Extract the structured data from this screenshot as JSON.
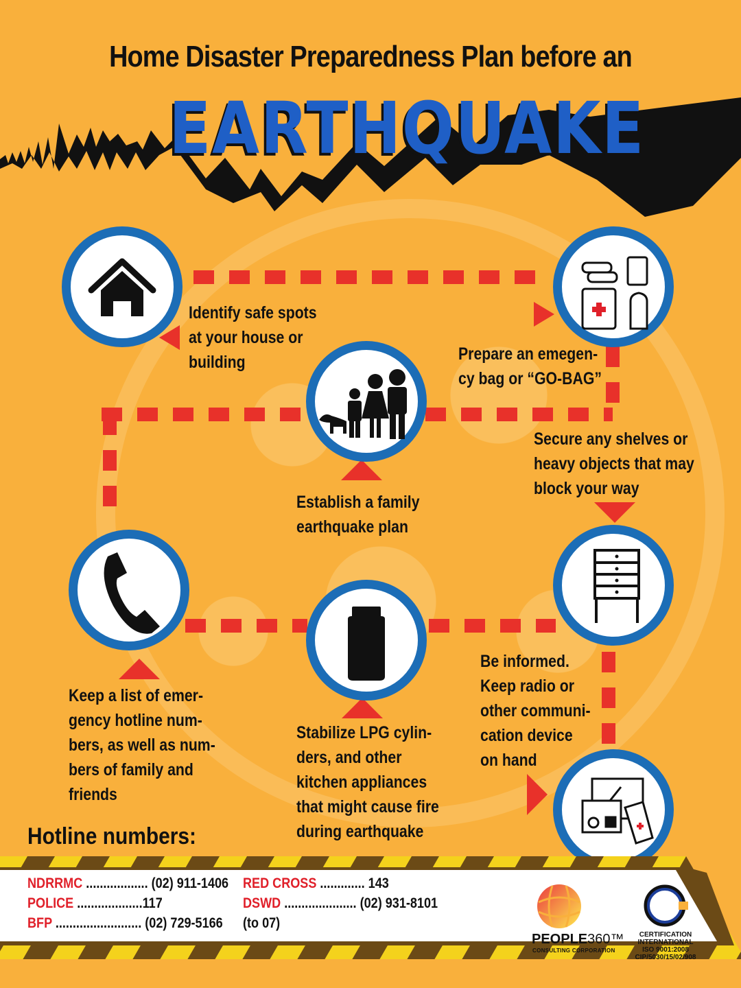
{
  "header": {
    "title": "Home Disaster Preparedness Plan before an",
    "headline": "EARTHQUAKE"
  },
  "colors": {
    "background": "#f9b03c",
    "circle_border": "#1c6db6",
    "path_dashes": "#e8312a",
    "headline": "#1f5fc6",
    "hotline_labels": "#e0202a"
  },
  "steps": [
    {
      "icon": "house-icon",
      "text": "Identify safe spots\nat your house or\nbuilding"
    },
    {
      "icon": "emergency-kit-icon",
      "text": "Prepare an emegen-\ncy bag or “GO-BAG”"
    },
    {
      "icon": "family-icon",
      "text": "Establish a family\nearthquake plan"
    },
    {
      "icon": "shelves-icon",
      "text": "Secure any shelves or\nheavy objects that may\nblock your way"
    },
    {
      "icon": "phone-icon",
      "text": "Keep a list of emer-\ngency hotline num-\nbers, as well as num-\nbers of family and\nfriends"
    },
    {
      "icon": "lpg-cylinder-icon",
      "text": "Stabilize LPG cylin-\nders, and other\nkitchen appliances\nthat might cause fire\nduring earthquake"
    },
    {
      "icon": "radio-icon",
      "text": "Be informed.\nKeep radio or\nother communi-\ncation device\non hand"
    }
  ],
  "hotlines": {
    "title": "Hotline numbers:",
    "left": [
      {
        "name": "NDRRMC",
        "dots": " .................. ",
        "number": "(02) 911-1406"
      },
      {
        "name": "POLICE",
        "dots": " ...................",
        "number": "117"
      },
      {
        "name": "BFP",
        "dots": " ......................... ",
        "number": "(02) 729-5166"
      }
    ],
    "right": [
      {
        "name": "RED CROSS",
        "dots": " ............. ",
        "number": "143"
      },
      {
        "name": "DSWD",
        "dots": " ..................... ",
        "number": "(02) 931-8101"
      },
      {
        "name": "",
        "dots": "",
        "number": "(to  07)"
      }
    ]
  },
  "footer": {
    "logo_name_bold": "PEOPLE",
    "logo_name_thin": "360™",
    "logo_sub": "CONSULTING CORPORATION",
    "cert_lines": [
      "CERTIFICATION",
      "INTERNATIONAL",
      "ISO 9001:2008",
      "CIP/5030/15/02/908"
    ]
  }
}
